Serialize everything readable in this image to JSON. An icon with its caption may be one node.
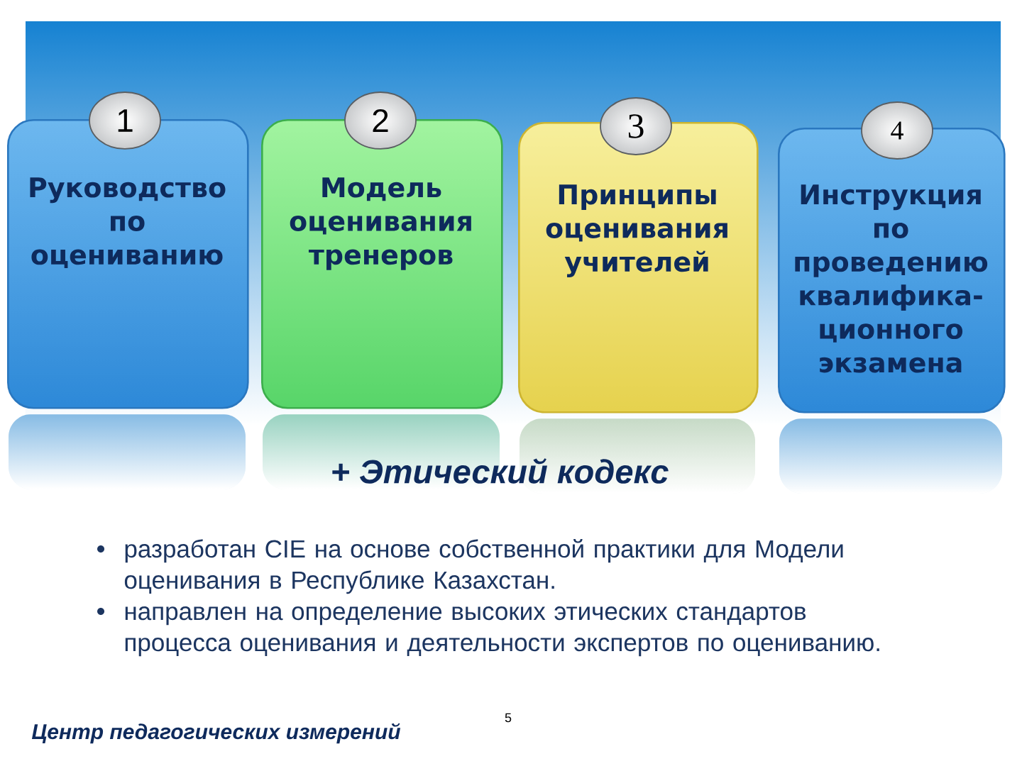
{
  "diagram": {
    "nodes": [
      {
        "text": [
          "1"
        ]
      },
      {
        "text": [
          "Руководство по оцениванию"
        ]
      },
      {
        "text": [
          "2"
        ]
      },
      {
        "text": [
          "Модель оценивания тренеров"
        ]
      },
      {
        "text": [
          "3"
        ]
      },
      {
        "text": [
          "Принципы оценивания учителей"
        ]
      },
      {
        "text": [
          "4"
        ]
      },
      {
        "text": [
          "Инструкция по проведению квалифика- ционного экзамена"
        ]
      }
    ],
    "labels": [
      "+ Этический кодекс",
      "разработан CIE на основе собственной практики для Модели оценивания в Республике Казахстан.",
      "направлен на определение высоких этических стандартов процесса оценивания и деятельности экспертов по оцениванию.",
      "Центр педагогических измерений",
      "5"
    ]
  }
}
